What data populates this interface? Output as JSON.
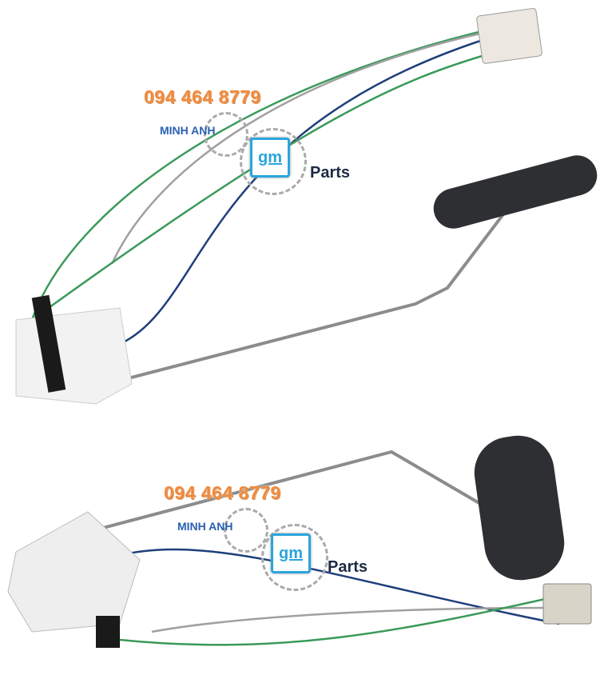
{
  "watermarks": [
    {
      "phone": "094 464 8779",
      "brand": "MINH ANH",
      "logo": "gm",
      "suffix": "Parts"
    },
    {
      "phone": "094 464 8779",
      "brand": "MINH ANH",
      "logo": "gm",
      "suffix": "Parts"
    }
  ],
  "colors": {
    "phone": "#f08a3c",
    "brand": "#2a5fb0",
    "logo": "#2aa5dc",
    "wire_green": "#3a9a5a",
    "wire_blue": "#1e3f7a",
    "wire_grey": "#a0a0a0",
    "float": "#2e2f33"
  }
}
